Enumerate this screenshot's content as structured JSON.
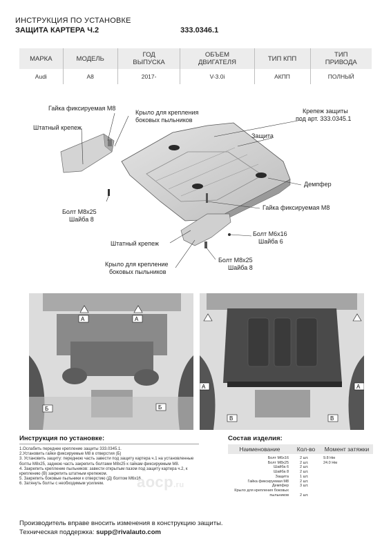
{
  "header": {
    "line1": "ИНСТРУКЦИЯ ПО УСТАНОВКЕ",
    "line2": "ЗАЩИТА КАРТЕРА Ч.2",
    "code": "333.0346.1"
  },
  "spec_table": {
    "headers": [
      "МАРКА",
      "МОДЕЛЬ",
      "ГОД\nВЫПУСКА",
      "ОБЪЕМ\nДВИГАТЕЛЯ",
      "ТИП КПП",
      "ТИП\nПРИВОДА"
    ],
    "row": [
      "Audi",
      "A8",
      "2017-",
      "V-3.0i",
      "АКПП",
      "ПОЛНЫЙ"
    ]
  },
  "diagram": {
    "labels": {
      "nut_top": "Гайка фиксируемая М8",
      "std_top": "Штатный крепеж",
      "wing_top_1": "Крыло для крепления",
      "wing_top_2": "боковых пыльников",
      "kit_1": "Крепеж защиты",
      "kit_2": "под арт. 333.0345.1",
      "guard": "Защита",
      "damper": "Демпфер",
      "nut_mid": "Гайка фиксируемая М8",
      "bolt_left_1": "Болт М8х25",
      "bolt_left_2": "Шайба 8",
      "bolt_m6_1": "Болт М6х16",
      "bolt_m6_2": "Шайба 6",
      "std_bottom": "Штатный крепеж",
      "bolt_bot_1": "Болт М8х25",
      "bolt_bot_2": "Шайба 8",
      "wing_bot_1": "Крыло для крепление",
      "wing_bot_2": "боковых пыльников"
    },
    "photo_markers": [
      "А",
      "А",
      "Б",
      "Б",
      "А",
      "А",
      "В",
      "В"
    ]
  },
  "instructions": {
    "title": "Инструкция по установке:",
    "steps": [
      "1.Ослабить переднее крепление защиты 333.0345.1.",
      "2.Установить гайки фиксируемые М8 в отверстия (Б)",
      "3. Установить защиту: переднюю часть завести под защиту картера ч.1 на установленные",
      "болты М8х25, заднюю часть закрепить болтами М8х25 к гайкам фиксируемым М8.",
      "4. Закрепить крепление пыльников: завести открытым пазом под защиту картера ч.2, к",
      "креплению (В) закрепить штатным крепежом.",
      "5. Закрепить боковые пыльники к отверстию (Д) болтом М6х16.",
      "6. Затянуть болты с необходимым усилием."
    ]
  },
  "composition": {
    "title": "Состав изделия:",
    "headers": [
      "Наименование",
      "Кол-во",
      "Момент затяжки"
    ],
    "rows": [
      {
        "name": "Болт М6х16",
        "qty": "2 шт.",
        "torque": "9.8 Нм"
      },
      {
        "name": "Болт М8х25",
        "qty": "2 шт.",
        "torque": "24.0 Нм"
      },
      {
        "name": "Шайба 6",
        "qty": "2 шт.",
        "torque": ""
      },
      {
        "name": "Шайба 8",
        "qty": "2 шт.",
        "torque": ""
      },
      {
        "name": "Защита",
        "qty": "1 шт.",
        "torque": ""
      },
      {
        "name": "Гайка фиксируемая М8",
        "qty": "2 шт.",
        "torque": ""
      },
      {
        "name": "Демпфер",
        "qty": "3 шт.",
        "torque": ""
      },
      {
        "name": "Крыло для крепления боковых",
        "qty": "",
        "torque": ""
      },
      {
        "name": "пыльников",
        "qty": "2 шт.",
        "torque": ""
      }
    ]
  },
  "watermark": {
    "main": "аоср",
    "suffix": ".ru"
  },
  "footer": {
    "line1": "Производитель вправе вносить изменения в конструкцию защиты.",
    "support_label": "Техническая поддержка: ",
    "email": "supp@rivalauto.com"
  }
}
